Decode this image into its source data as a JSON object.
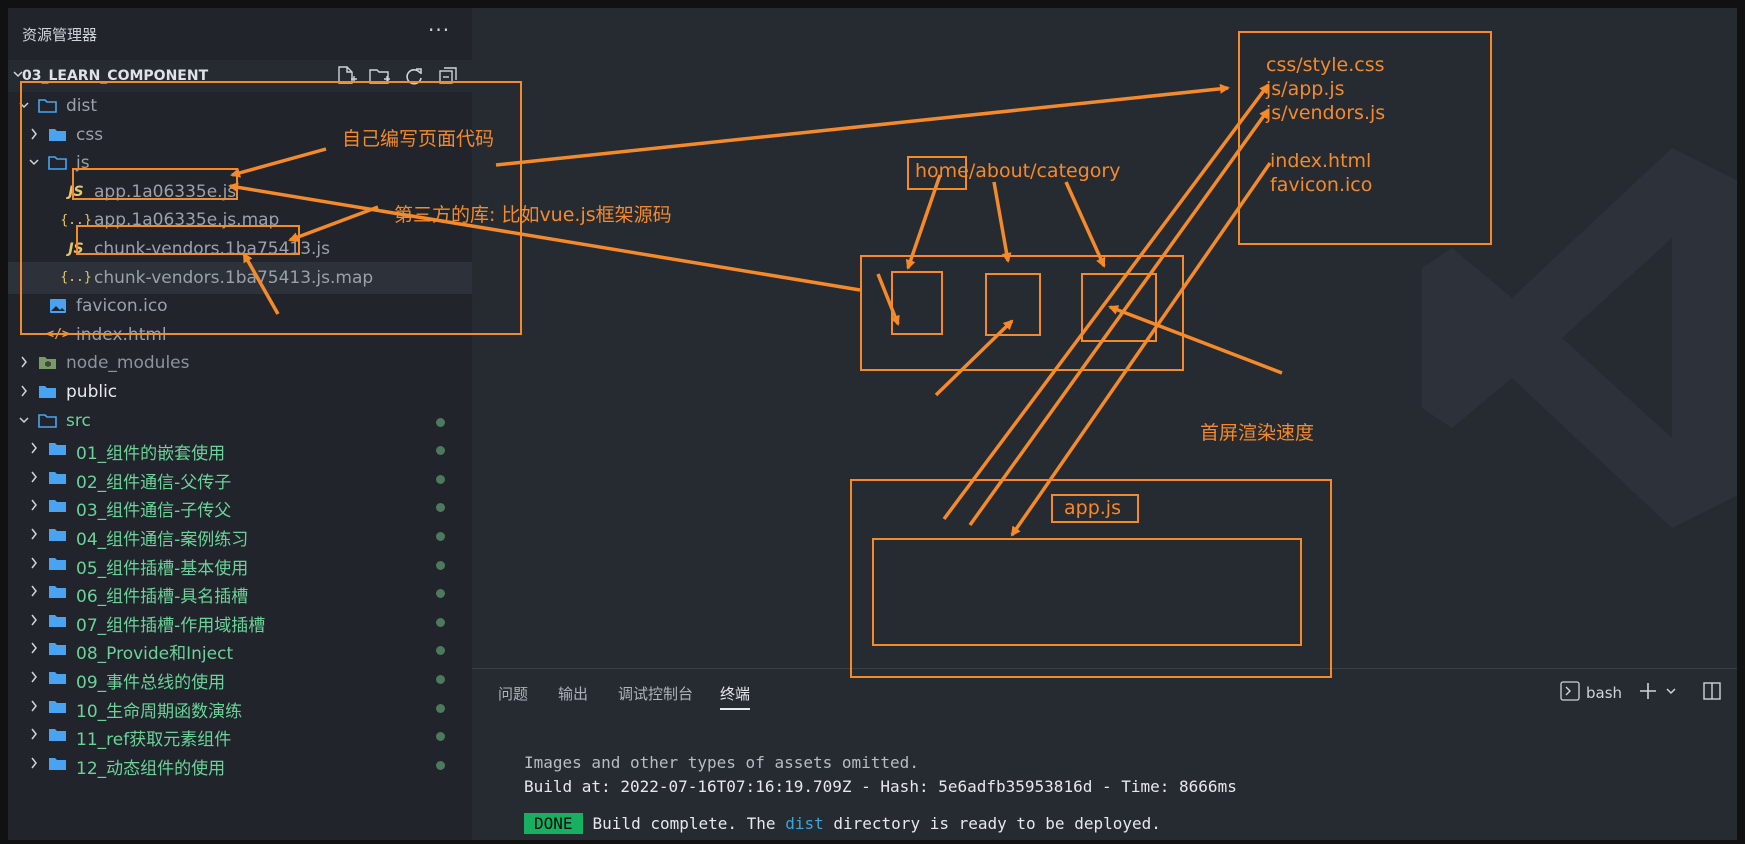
{
  "sidebar": {
    "title": "资源管理器",
    "more": "···",
    "project": "03_LEARN_COMPONENT",
    "tree": [
      {
        "label": "dist",
        "kind": "folder-open",
        "color": "gray"
      },
      {
        "label": "css",
        "kind": "folder",
        "color": "gray"
      },
      {
        "label": "js",
        "kind": "folder-open",
        "color": "gray"
      },
      {
        "label": "app.1a06335e.js",
        "kind": "js",
        "color": "gray"
      },
      {
        "label": "app.1a06335e.js.map",
        "kind": "map",
        "color": "gray"
      },
      {
        "label": "chunk-vendors.1ba75413.js",
        "kind": "js",
        "color": "gray"
      },
      {
        "label": "chunk-vendors.1ba75413.js.map",
        "kind": "map",
        "color": "gray"
      },
      {
        "label": "favicon.ico",
        "kind": "image",
        "color": "gray"
      },
      {
        "label": "index.html",
        "kind": "html",
        "color": "gray"
      },
      {
        "label": "node_modules",
        "kind": "node",
        "color": "dim"
      },
      {
        "label": "public",
        "kind": "folder",
        "color": "white"
      },
      {
        "label": "src",
        "kind": "folder-open",
        "color": "green"
      },
      {
        "label": "01_组件的嵌套使用",
        "kind": "folder",
        "color": "green"
      },
      {
        "label": "02_组件通信-父传子",
        "kind": "folder",
        "color": "green"
      },
      {
        "label": "03_组件通信-子传父",
        "kind": "folder",
        "color": "green"
      },
      {
        "label": "04_组件通信-案例练习",
        "kind": "folder",
        "color": "green"
      },
      {
        "label": "05_组件插槽-基本使用",
        "kind": "folder",
        "color": "green"
      },
      {
        "label": "06_组件插槽-具名插槽",
        "kind": "folder",
        "color": "green"
      },
      {
        "label": "07_组件插槽-作用域插槽",
        "kind": "folder",
        "color": "green"
      },
      {
        "label": "08_Provide和Inject",
        "kind": "folder",
        "color": "green"
      },
      {
        "label": "09_事件总线的使用",
        "kind": "folder",
        "color": "green"
      },
      {
        "label": "10_生命周期函数演练",
        "kind": "folder",
        "color": "green"
      },
      {
        "label": "11_ref获取元素组件",
        "kind": "folder",
        "color": "green"
      },
      {
        "label": "12_动态组件的使用",
        "kind": "folder",
        "color": "green"
      }
    ]
  },
  "panel": {
    "tabs": [
      "问题",
      "输出",
      "调试控制台",
      "终端"
    ],
    "active_tab": "终端",
    "shell": "bash",
    "lines": {
      "assets": "Images and other types of assets omitted.",
      "build": "Build at: 2022-07-16T07:16:19.709Z - Hash: 5e6adfb35953816d - Time: 8666ms",
      "done_badge": "DONE",
      "done_pre": "Build complete. The",
      "done_dist": "dist",
      "done_post": "directory is ready to be deployed."
    }
  },
  "annotations": {
    "own_code": "自己编写页面代码",
    "third_party": "第三方的库: 比如vue.js框架源码",
    "routes": "home/about/category",
    "first_screen": "首屏渲染速度",
    "app_js": "app.js",
    "file_list": [
      "css/style.css",
      "js/app.js",
      "js/vendors.js",
      "",
      "index.html",
      "favicon.ico"
    ]
  },
  "colors": {
    "annotation": "#f58a2a",
    "folder": "#4aa3f0",
    "git_green": "#6bd39a"
  }
}
